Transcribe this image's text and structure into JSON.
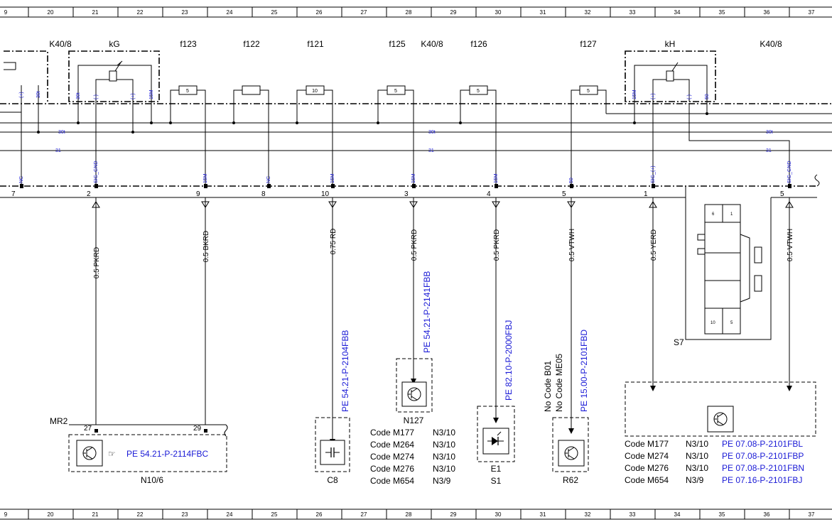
{
  "ruler_top": [
    "9",
    "20",
    "21",
    "22",
    "23",
    "24",
    "25",
    "26",
    "27",
    "28",
    "29",
    "30",
    "31",
    "32",
    "33",
    "34",
    "35",
    "36",
    "37"
  ],
  "ruler_bottom": [
    "9",
    "20",
    "21",
    "22",
    "23",
    "24",
    "25",
    "26",
    "27",
    "28",
    "29",
    "30",
    "31",
    "32",
    "33",
    "34",
    "35",
    "36",
    "37"
  ],
  "top_labels": {
    "k40_8_left": "K40/8",
    "kg": "kG",
    "f123": "f123",
    "f122": "f122",
    "f121": "f121",
    "f125": "f125",
    "k40_8_mid": "K40/8",
    "f126": "f126",
    "f127": "f127",
    "kh": "kH",
    "k40_8_right": "K40/8"
  },
  "fuse_ratings": {
    "f123": "5",
    "f121": "10",
    "f125": "5",
    "f126": "5",
    "f127": "5"
  },
  "relay_pins_left": {
    "p30t": "30t",
    "pminus": "(-)",
    "pplus": "(+)",
    "p15m": "15M"
  },
  "relay_pins_right": {
    "p15m": "15M",
    "pplus": "(+)",
    "pminus": "(-)",
    "p50": "50"
  },
  "left_edge_pins": {
    "plus": "(+)",
    "p30t": "30t"
  },
  "bus_labels": {
    "b30t_a": "30t",
    "b30t_b": "30t",
    "b30t_c": "30t",
    "b31_a": "31",
    "b31_b": "31",
    "b31_c": "31"
  },
  "connector_pins": [
    {
      "num": "7",
      "sig": "NC"
    },
    {
      "num": "2",
      "sig": "SIG_GND"
    },
    {
      "num": "9",
      "sig": "15M"
    },
    {
      "num": "8",
      "sig": "NC"
    },
    {
      "num": "10",
      "sig": "15M"
    },
    {
      "num": "3",
      "sig": "15M"
    },
    {
      "num": "4",
      "sig": "15M"
    },
    {
      "num": "5",
      "sig": "50"
    },
    {
      "num": "1",
      "sig": "SIG_(+)"
    },
    {
      "num": "5",
      "sig": "SIG_GND"
    }
  ],
  "wires": {
    "w2": "0.5 PKRD",
    "w9": "0.5 BKRD",
    "w10": "0.75 RD",
    "w3": "0.5 PKRD",
    "w4": "0.5 PKRD",
    "w5": "0.5 VTWH",
    "w1": "0.5 YERD",
    "w5b": "0.5 VTWH"
  },
  "refs": {
    "c8": "PE 54.21-P-2104FBB",
    "n127": "PE 54.21-P-2141FBB",
    "e1": "PE 82.10-P-2000FBJ",
    "r62": "PE 15.00-P-2101FBD",
    "n10_6": "PE 54.21-P-2114FBC"
  },
  "r62_notes": {
    "line1": "No Code B01",
    "line2": "No Code ME05"
  },
  "components": {
    "mr2": "MR2",
    "mr2_pin27": "27",
    "mr2_pin29": "29",
    "n10_6": "N10/6",
    "c8": "C8",
    "n127": "N127",
    "e1": "E1",
    "s1": "S1",
    "r62": "R62",
    "s7": "S7"
  },
  "s7_pins": {
    "a": "6",
    "b": "1",
    "c": "10",
    "d": "5"
  },
  "n127_codes": [
    {
      "code": "Code M177",
      "val": "N3/10"
    },
    {
      "code": "Code M264",
      "val": "N3/10"
    },
    {
      "code": "Code M274",
      "val": "N3/10"
    },
    {
      "code": "Code M276",
      "val": "N3/10"
    },
    {
      "code": "Code M654",
      "val": "N3/9"
    }
  ],
  "right_codes": [
    {
      "code": "Code M177",
      "val": "N3/10",
      "ref": "PE 07.08-P-2101FBL"
    },
    {
      "code": "Code M274",
      "val": "N3/10",
      "ref": "PE 07.08-P-2101FBP"
    },
    {
      "code": "Code M276",
      "val": "N3/10",
      "ref": "PE 07.08-P-2101FBN"
    },
    {
      "code": "Code M654",
      "val": "N3/9",
      "ref": "PE 07.16-P-2101FBJ"
    }
  ],
  "colors": {
    "line": "#000000",
    "link_blue": "#1a1ad6",
    "background": "#ffffff"
  }
}
